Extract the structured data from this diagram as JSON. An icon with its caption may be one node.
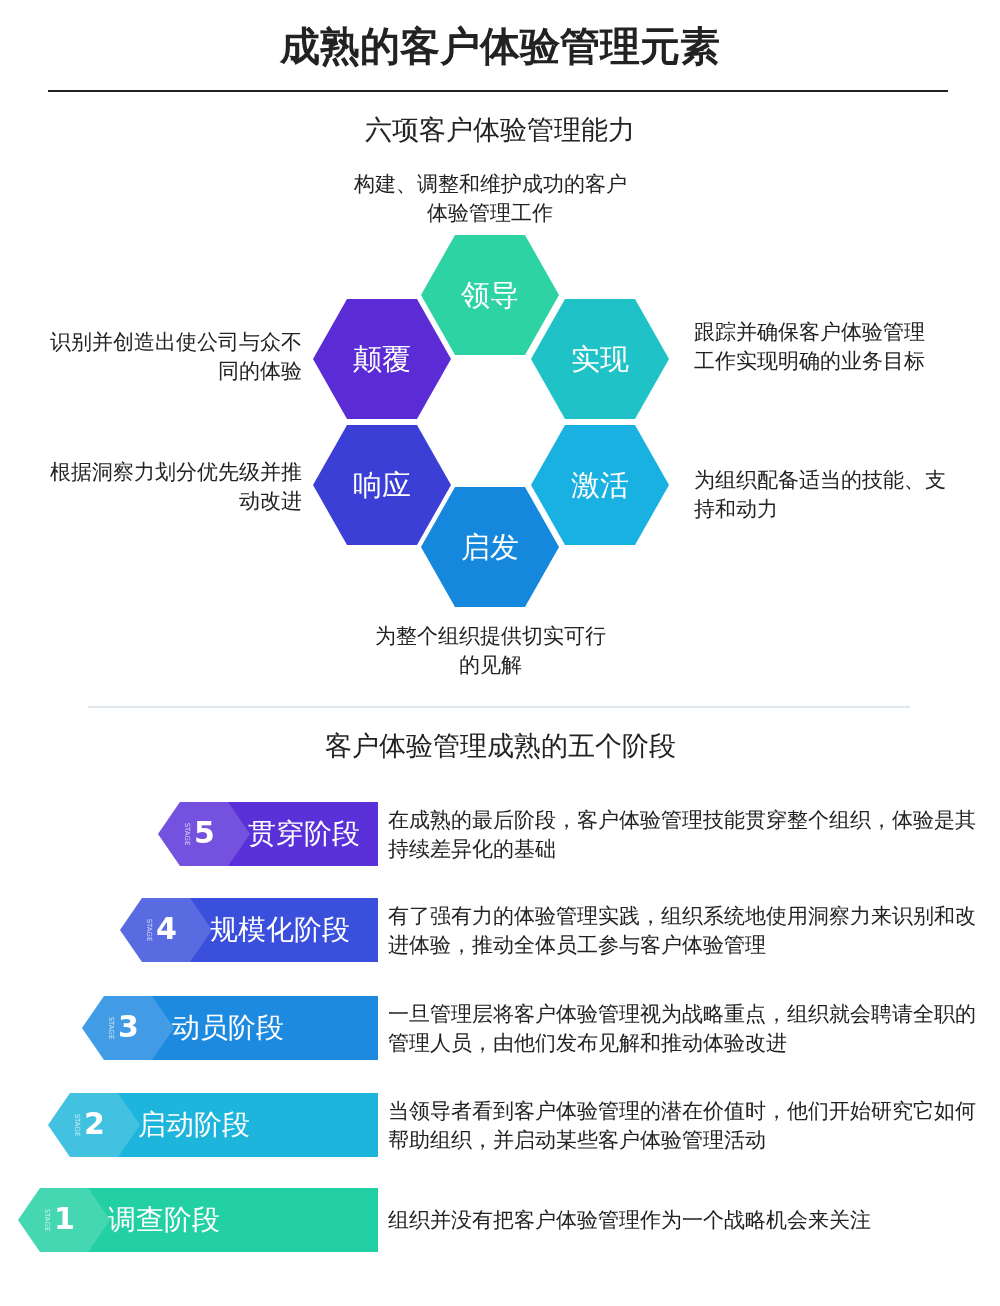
{
  "diagram": {
    "title": "成熟的客户体验管理元素",
    "nodes": [
      {
        "text": [
          "领导"
        ],
        "beside": [
          "构建、调整和维护成功的客户体验管理工作"
        ]
      },
      {
        "text": [
          "颠覆"
        ],
        "beside": [
          "识别并创造出使公司与众不同的体验"
        ]
      },
      {
        "text": [
          "实现"
        ],
        "beside": [
          "跟踪并确保客户体验管理工作实现明确的业务目标"
        ]
      },
      {
        "text": [
          "响应"
        ],
        "beside": [
          "根据洞察力划分优先级并推动改进"
        ]
      },
      {
        "text": [
          "激活"
        ],
        "beside": [
          "为组织配备适当的技能、支持和动力"
        ]
      },
      {
        "text": [
          "启发"
        ],
        "beside": [
          "为整个组织提供切实可行的见解"
        ]
      },
      {
        "text": [
          "STAGE",
          "5",
          "贯穿阶段"
        ],
        "beside": [
          "在成熟的最后阶段，客户体验管理技能贯穿整个组织，体验是其持续差异化的基础"
        ]
      },
      {
        "text": [
          "STAGE",
          "4",
          "规模化阶段"
        ],
        "beside": [
          "有了强有力的体验管理实践，组织系统地使用洞察力来识别和改进体验，推动全体员工参与客户体验管理"
        ]
      },
      {
        "text": [
          "STAGE",
          "3",
          "动员阶段"
        ],
        "beside": [
          "一旦管理层将客户体验管理视为战略重点，组织就会聘请全职的管理人员，由他们发布见解和推动体验改进"
        ]
      },
      {
        "text": [
          "STAGE",
          "2",
          "启动阶段"
        ],
        "beside": [
          "当领导者看到客户体验管理的潜在价值时，他们开始研究它如何帮助组织，并启动某些客户体验管理活动"
        ]
      },
      {
        "text": [
          "STAGE",
          "1",
          "调查阶段"
        ],
        "beside": [
          "组织并没有把客户体验管理作为一个战略机会来关注"
        ]
      }
    ],
    "labels": [
      "六项客户体验管理能力",
      "客户体验管理成熟的五个阶段"
    ]
  }
}
